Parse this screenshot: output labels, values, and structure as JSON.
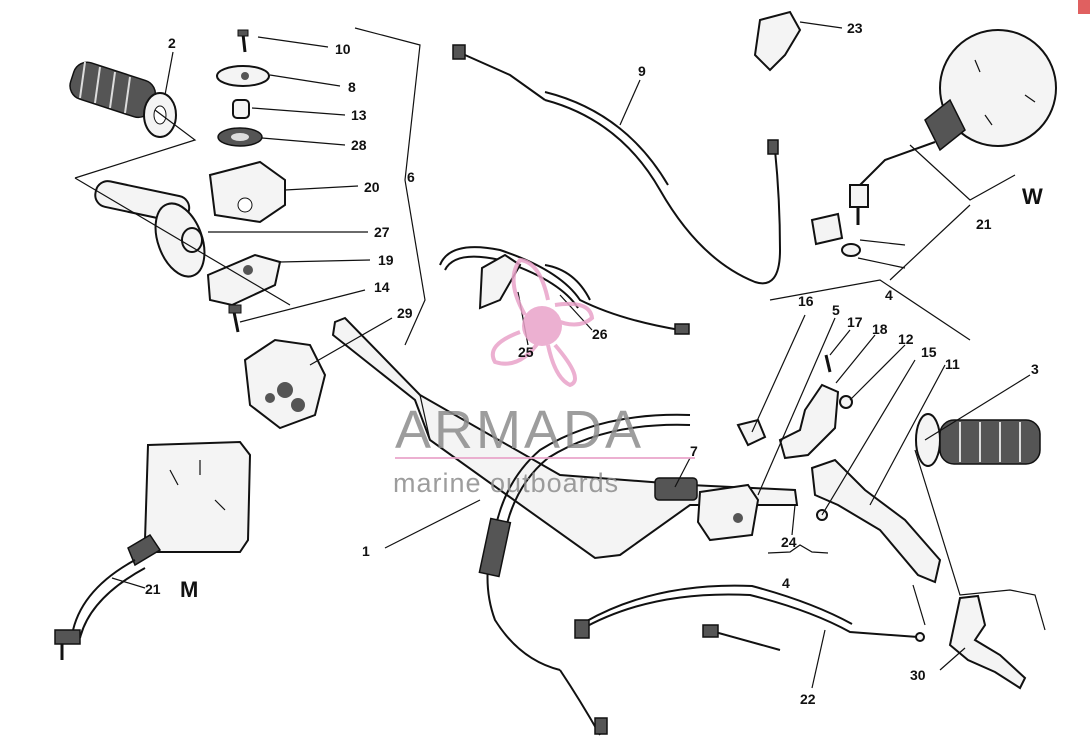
{
  "diagram": {
    "callouts": [
      "2",
      "10",
      "8",
      "13",
      "28",
      "20",
      "6",
      "27",
      "19",
      "14",
      "29",
      "9",
      "23",
      "21",
      "W",
      "25",
      "26",
      "16",
      "5",
      "17",
      "18",
      "12",
      "15",
      "11",
      "4",
      "3",
      "7",
      "24",
      "4",
      "1",
      "21",
      "M",
      "22",
      "30"
    ],
    "sides": {
      "right": "W",
      "left": "M"
    }
  },
  "watermark": {
    "title": "ARMADA",
    "subtitle": "marine outboards"
  },
  "colors": {
    "ink": "#111111",
    "watermark_gray": "#8c8c8c",
    "watermark_pink": "#e9a3c9",
    "corner": "#e06060"
  }
}
